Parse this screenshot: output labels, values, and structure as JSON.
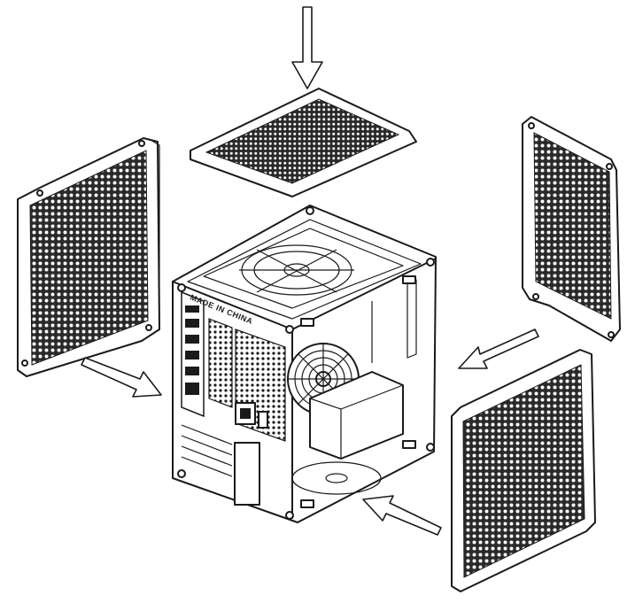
{
  "diagram": {
    "engraving_text": "MADE IN CHINA",
    "ink_color": "#1a1a1a",
    "paper_color": "#ffffff",
    "panels": [
      {
        "name": "top-panel",
        "mesh": true
      },
      {
        "name": "left-side-panel",
        "mesh": true
      },
      {
        "name": "right-side-panel",
        "mesh": true
      },
      {
        "name": "front-panel",
        "mesh": true
      }
    ],
    "arrows": [
      "top-arrow",
      "left-arrow",
      "right-upper-arrow",
      "right-lower-arrow"
    ]
  }
}
